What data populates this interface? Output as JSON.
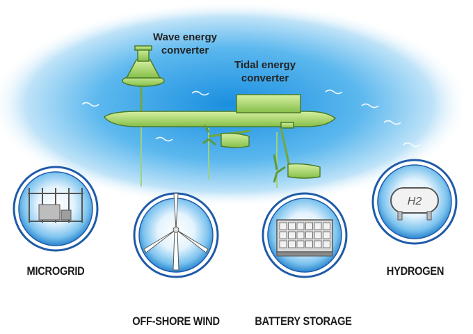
{
  "callouts": {
    "wave": [
      "Wave energy",
      "converter"
    ],
    "tidal": [
      "Tidal energy",
      "converter"
    ]
  },
  "applications": [
    {
      "label": "MICROGRID",
      "icon": "microgrid-icon"
    },
    {
      "label": "OFF-SHORE WIND",
      "icon": "wind-turbine-icon"
    },
    {
      "label": "BATTERY STORAGE",
      "icon": "battery-storage-icon"
    },
    {
      "label": "HYDROGEN",
      "icon": "hydrogen-tank-icon"
    }
  ],
  "tank_label": "H2",
  "colors": {
    "device_green": "#a8d86a",
    "device_outline": "#4a7a2a",
    "sea_blue": "#2a9ee0",
    "badge_blue": "#1e5aa8"
  }
}
